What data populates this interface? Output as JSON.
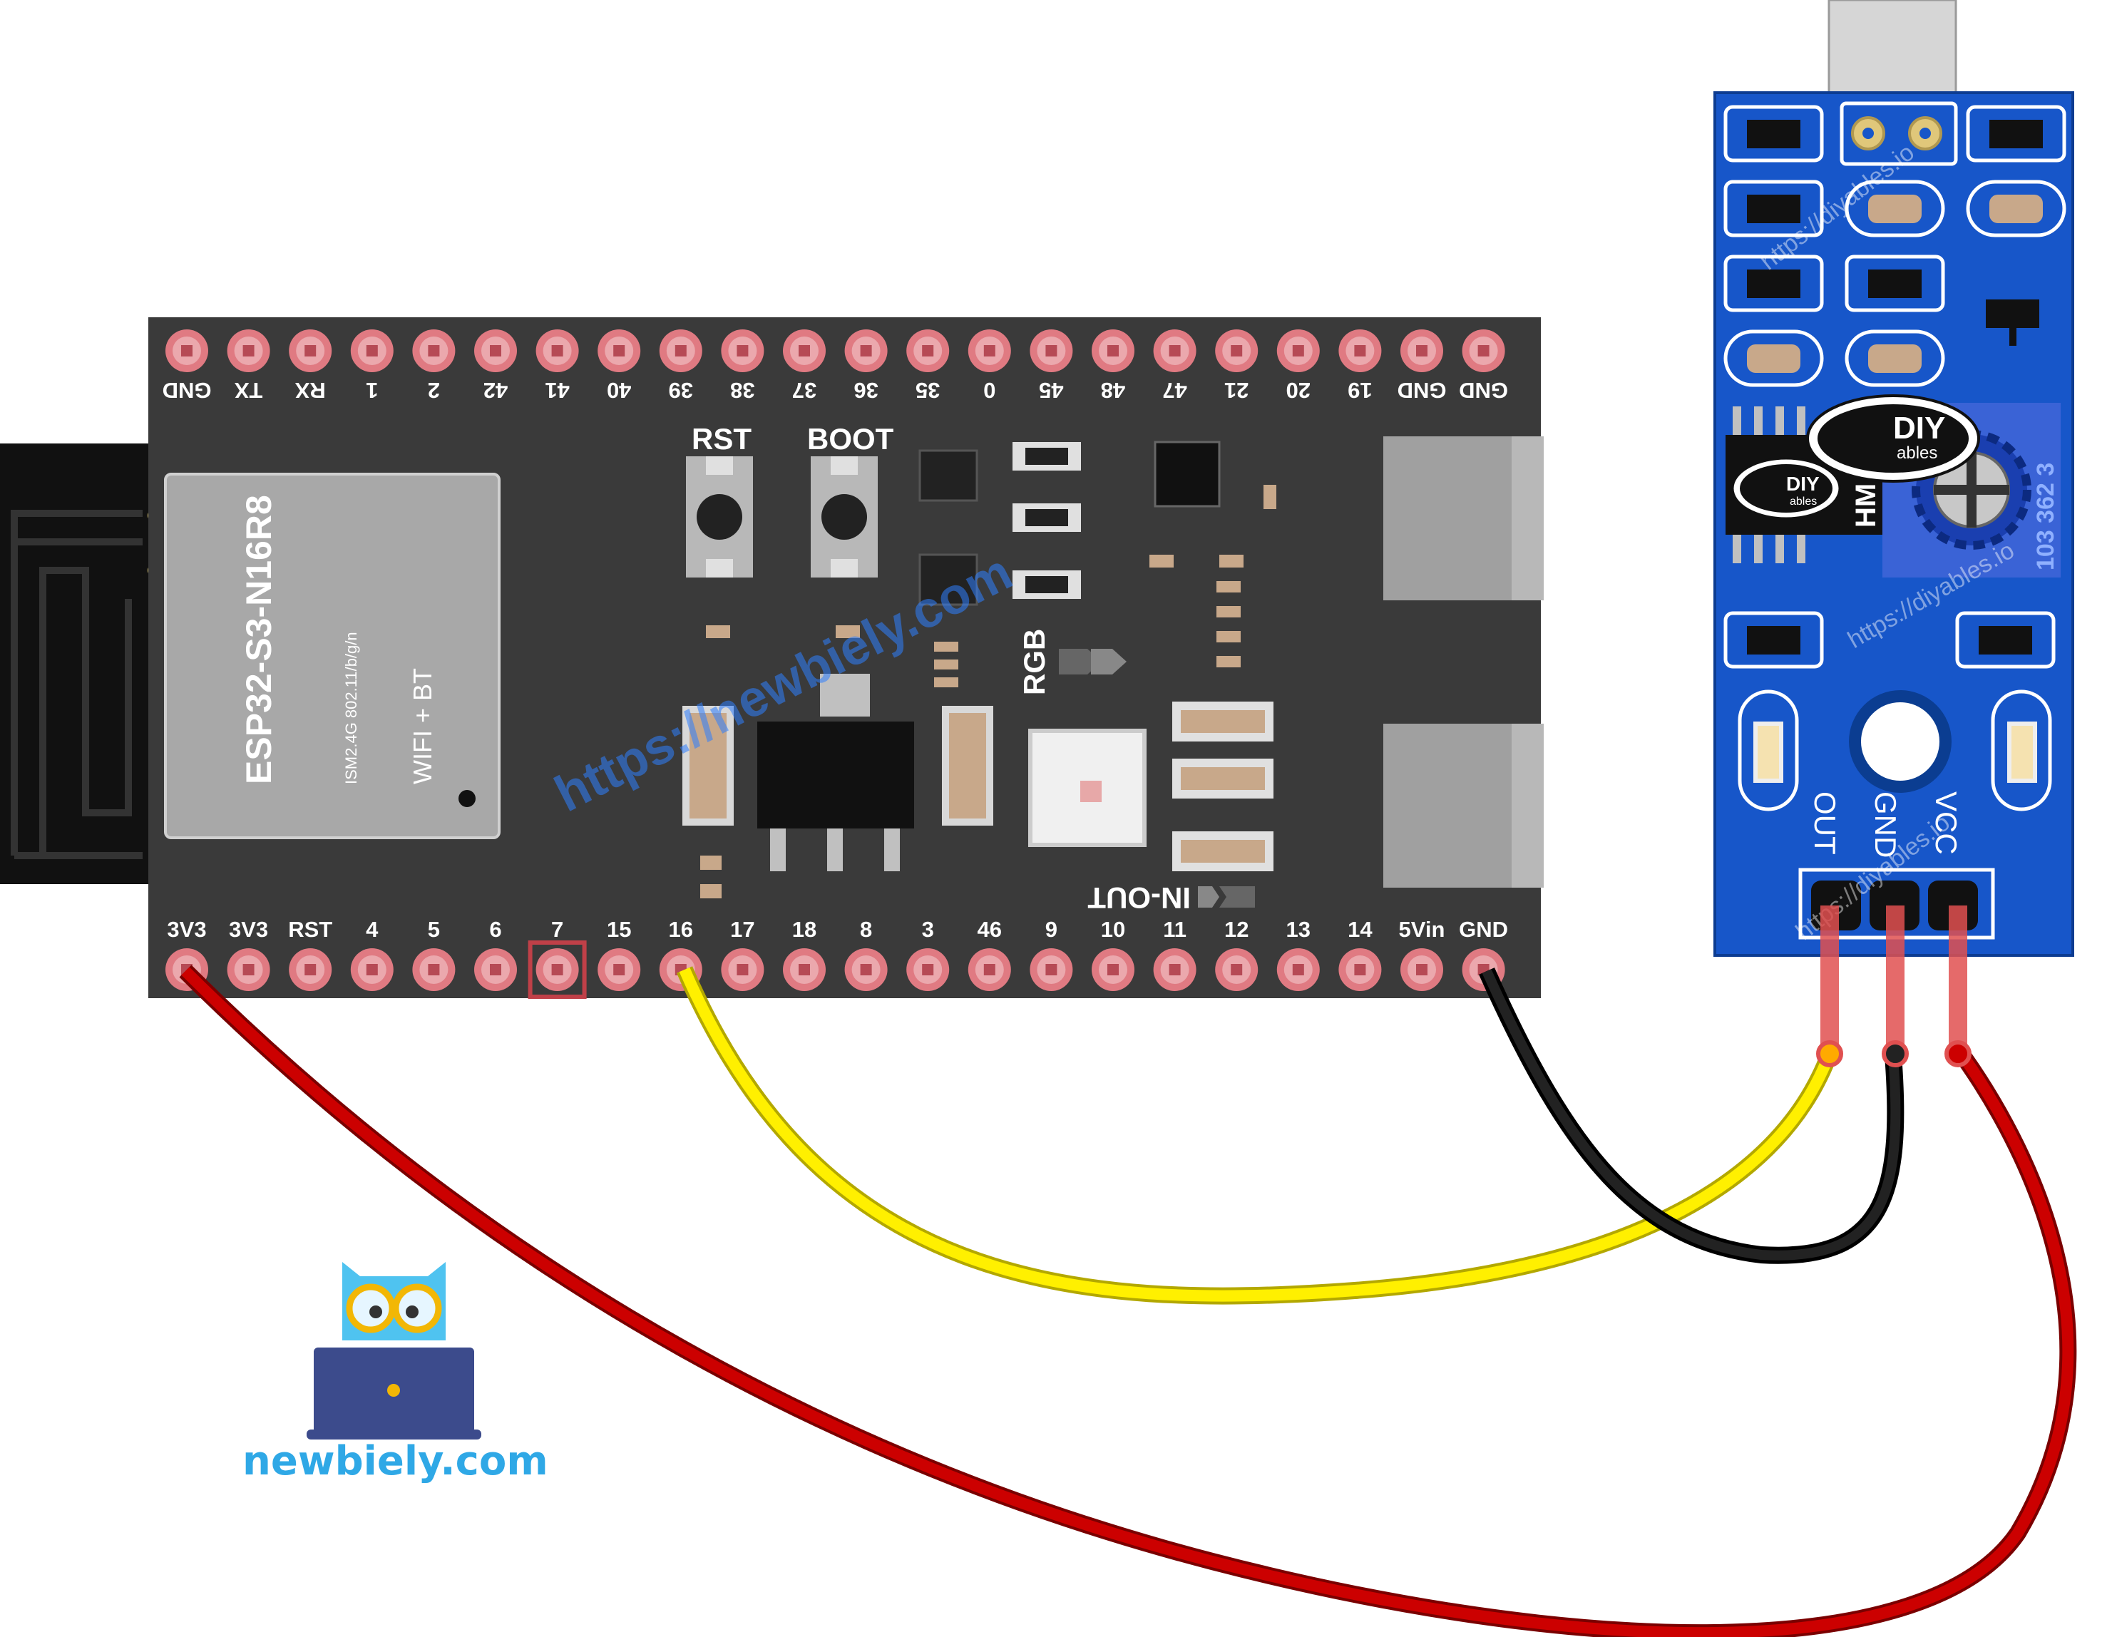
{
  "board": {
    "top_pins": [
      "GND",
      "TX",
      "RX",
      "1",
      "2",
      "42",
      "41",
      "40",
      "39",
      "38",
      "37",
      "36",
      "35",
      "0",
      "45",
      "48",
      "47",
      "21",
      "20",
      "19",
      "GND",
      "GND"
    ],
    "bottom_pins": [
      "3V3",
      "3V3",
      "RST",
      "4",
      "5",
      "6",
      "7",
      "15",
      "16",
      "17",
      "18",
      "8",
      "3",
      "46",
      "9",
      "10",
      "11",
      "12",
      "13",
      "14",
      "5Vin",
      "GND"
    ],
    "rst_label": "RST",
    "boot_label": "BOOT",
    "rgb_label": "RGB",
    "inout_label": "IN-OUT",
    "module_name": "ESP32-S3-N16R8",
    "module_spec": "ISM2.4G 802.11/b/g/n",
    "module_radio": "WIFI + BT"
  },
  "sensor": {
    "pin_labels": [
      "OUT",
      "GND",
      "VCC"
    ],
    "logo_big": "DIY",
    "logo_big_sub": "ables",
    "logo_small": "DIY",
    "logo_small_sub": "ables",
    "chip_text": "HM",
    "pot_text": "103 362 3"
  },
  "watermarks": {
    "main": "https://newbiely.com",
    "diyables": "https://diyables.io"
  },
  "brand": {
    "name": "newbiely.com"
  },
  "wires": [
    {
      "from": "3V3",
      "to": "VCC",
      "color": "#cc0000"
    },
    {
      "from": "16",
      "to": "OUT",
      "color": "#ffee00"
    },
    {
      "from": "GND",
      "to": "GND",
      "color": "#111111"
    }
  ]
}
